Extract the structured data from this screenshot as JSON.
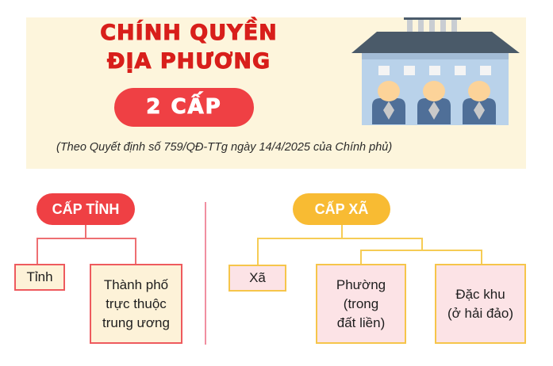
{
  "header": {
    "title_line1": "CHÍNH QUYỀN",
    "title_line2": "ĐỊA PHƯƠNG",
    "badge": "2 CẤP",
    "subtitle": "(Theo Quyết định số 759/QĐ-TTg ngày 14/4/2025 của Chính phủ)",
    "illustration": "government-building-icon"
  },
  "colors": {
    "banner_bg": "#fdf5dc",
    "title_red": "#d81f1b",
    "accent_red": "#ef4044",
    "accent_yellow": "#f8bb33",
    "box_cream": "#fdf2d8",
    "box_pink": "#fce3e6"
  },
  "provincial": {
    "label": "CẤP TỈNH",
    "children": [
      {
        "label": "Tỉnh"
      },
      {
        "label": "Thành phố\ntrực thuộc\ntrung ương"
      }
    ]
  },
  "commune": {
    "label": "CẤP XÃ",
    "children": [
      {
        "label": "Xã"
      },
      {
        "label": "Phường\n(trong\nđất liền)"
      },
      {
        "label": "Đặc khu\n(ở hải đảo)"
      }
    ]
  }
}
